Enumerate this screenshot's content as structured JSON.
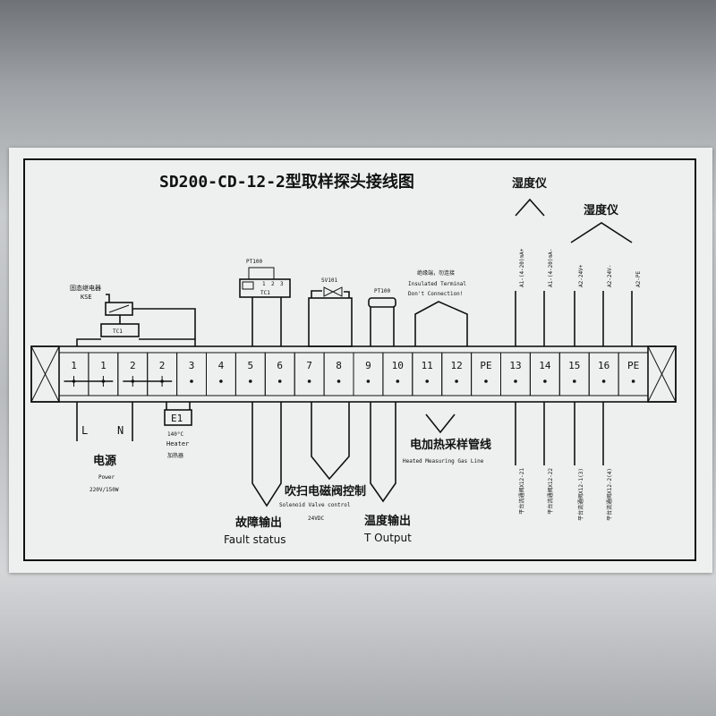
{
  "title": "SD200-CD-12-2型取样探头接线图",
  "terminals": [
    "1",
    "1",
    "2",
    "2",
    "3",
    "4",
    "5",
    "6",
    "7",
    "8",
    "9",
    "10",
    "11",
    "12",
    "PE",
    "13",
    "14",
    "15",
    "16",
    "PE"
  ],
  "relay": {
    "zh": "固态继电器",
    "code": "KSE",
    "tc": "TC1"
  },
  "power": {
    "l": "L",
    "n": "N",
    "zh": "电源",
    "en": "Power",
    "spec": "220V/150W"
  },
  "heater": {
    "code": "E1",
    "temp": "140°C",
    "en": "Heater",
    "zh": "加热器"
  },
  "pt100_left": "PT100",
  "pt100_right": "PT100",
  "pt100_pins": [
    "1",
    "2",
    "3"
  ],
  "pt100_code": "TC1",
  "solenoid_top": "SV101",
  "fault": {
    "zh": "故障输出",
    "en": "Fault status"
  },
  "solenoid": {
    "zh": "吹扫电磁阀控制",
    "en": "Solenoid Valve control",
    "volt": "24VDC"
  },
  "temp_out": {
    "zh": "温度输出",
    "en": "T Output"
  },
  "insulated": {
    "zh": "绝缘端，勿连接",
    "en1": "Insulated Terminal",
    "en2": "Don't Connection!"
  },
  "heated_line": {
    "zh": "电加热采样管线",
    "en": "Heated Measuring Gas Line"
  },
  "hygro1": "湿度仪",
  "hygro2": "湿度仪",
  "top_labels": [
    "A1-(4-20)mA+",
    "A1-(4-20)mA-",
    "A2-24V+",
    "A2-24V-",
    "A2-PE"
  ],
  "bottom_labels": [
    "平台流通阀X12-21",
    "平台流通阀X12-22",
    "平台流通阀X12-1(3)",
    "平台流通阀X12-2(4)"
  ]
}
